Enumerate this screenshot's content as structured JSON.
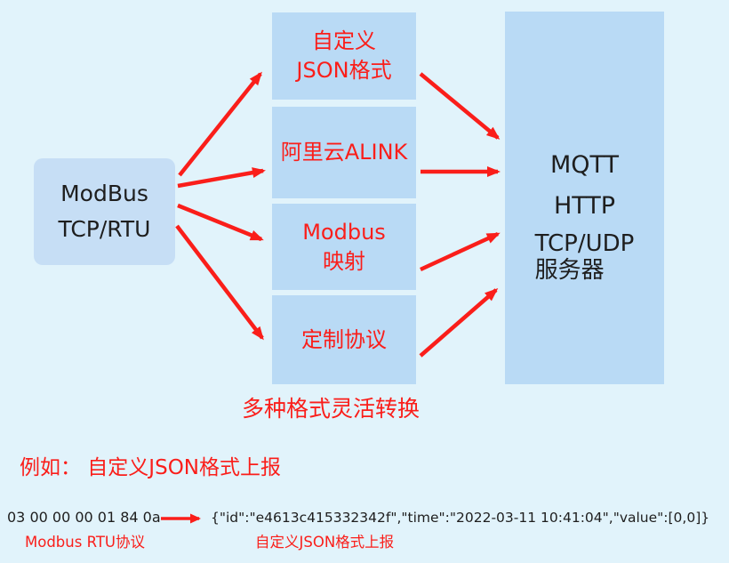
{
  "diagram": {
    "source_box": {
      "lines": [
        "ModBus",
        "TCP/RTU"
      ]
    },
    "format_boxes": [
      {
        "lines": [
          "自定义",
          "JSON格式"
        ]
      },
      {
        "lines": [
          "阿里云ALINK"
        ]
      },
      {
        "lines": [
          "Modbus",
          "映射"
        ]
      },
      {
        "lines": [
          "定制协议"
        ]
      }
    ],
    "server_box": {
      "lines": [
        "MQTT",
        "HTTP",
        "TCP/UDP",
        "服务器"
      ]
    },
    "caption": "多种格式灵活转换"
  },
  "example": {
    "heading": "例如： 自定义JSON格式上报",
    "hex": "03 00 00 00 01 84 0a",
    "hex_label": "Modbus RTU协议",
    "json": "{\"id\":\"e4613c415332342f\",\"time\":\"2022-03-11 10:41:04\",\"value\":[0,0]}",
    "json_label": "自定义JSON格式上报"
  },
  "colors": {
    "background": "#e1f3fb",
    "source_box_fill": "#c6def5",
    "box_fill": "#b9daf5",
    "accent_red": "#fa1e1a",
    "text_black": "#1e1e1e"
  }
}
